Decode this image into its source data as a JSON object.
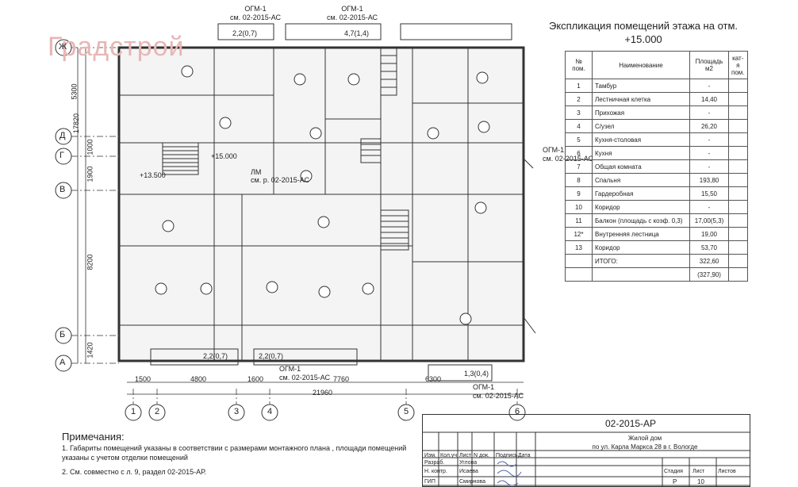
{
  "watermark": "Градстрой",
  "explication": {
    "title": "Экспликация помещений этажа на отм.\n+15.000",
    "headers": {
      "num": "№ пом.",
      "name": "Наименование",
      "area": "Площадь м2",
      "cat": "кат-я пом."
    },
    "rows": [
      {
        "n": "1",
        "name": "Тамбур",
        "area": "-"
      },
      {
        "n": "2",
        "name": "Лестничная клетка",
        "area": "14,40"
      },
      {
        "n": "3",
        "name": "Прихожая",
        "area": "-"
      },
      {
        "n": "4",
        "name": "С/узел",
        "area": "26,20"
      },
      {
        "n": "5",
        "name": "Кухня-столовая",
        "area": "-"
      },
      {
        "n": "6",
        "name": "Кухня",
        "area": "-"
      },
      {
        "n": "7",
        "name": "Общая комната",
        "area": "-"
      },
      {
        "n": "8",
        "name": "Спальня",
        "area": "193,80"
      },
      {
        "n": "9",
        "name": "Гардеробная",
        "area": "15,50"
      },
      {
        "n": "10",
        "name": "Коридор",
        "area": "-"
      },
      {
        "n": "11",
        "name": "Балкон (площадь с коэф. 0,3)",
        "area": "17,00(5,3)"
      },
      {
        "n": "12*",
        "name": "Внутренняя лестница",
        "area": "19,00"
      },
      {
        "n": "13",
        "name": "Коридор",
        "area": "53,70"
      }
    ],
    "total_label": "ИТОГО:",
    "total": "322,60",
    "total2": "(327,90)"
  },
  "axes": {
    "letters": [
      "Ж",
      "Д",
      "Г",
      "В",
      "Б",
      "А"
    ],
    "numbers": [
      "1",
      "2",
      "3",
      "4",
      "5",
      "6"
    ]
  },
  "dims": {
    "left": [
      "5300",
      "17820",
      "1000",
      "1900",
      "8200",
      "1420"
    ],
    "bottom_row1": [
      "1500",
      "4800",
      "1600",
      "7760",
      "6300"
    ],
    "bottom_total": "21960"
  },
  "labels": {
    "ogm_top": "ОГМ-1\nсм. 02-2015-АС",
    "room_lm": "ЛМ",
    "lm_ref": "см. р. 02-2015-АС",
    "mark_13500": "+13.500",
    "mark_15000": "+15.000",
    "ogm_bottom": "ОГМ-1\nсм. 02-2015-АС",
    "ogm_right": "ОГМ-1\nсм. 02-2015-АС",
    "bal_a": "2,2(0,7)",
    "bal_b": "4,7(1,4)",
    "bal_c": "1,3(0,4)"
  },
  "notes": {
    "heading": "Примечания:",
    "items": [
      "1.   Габариты помещений указаны в соответствии с размерами монтажного плана , площади помещений указаны с учетом отделки помещений",
      "2.   См. совместно с л. 9, раздел 02-2015-АР."
    ]
  },
  "stamp": {
    "code": "02-2015-АР",
    "object": "Жилой дом\nпо ул. Карла Маркса 28 в г. Вологде",
    "cols": [
      "Изм.",
      "Кол.уч",
      "Лист",
      "N док.",
      "Подпись",
      "Дата"
    ],
    "roles": [
      {
        "role": "Разраб.",
        "name": "Углова"
      },
      {
        "role": "Н. контр.",
        "name": "Исаева"
      },
      {
        "role": "ГИП",
        "name": "Смирнова"
      }
    ],
    "stage_hdr": "Стадия",
    "sheet_hdr": "Лист",
    "sheets_hdr": "Листов",
    "stage": "Р",
    "sheet": "10",
    "sheets": ""
  }
}
